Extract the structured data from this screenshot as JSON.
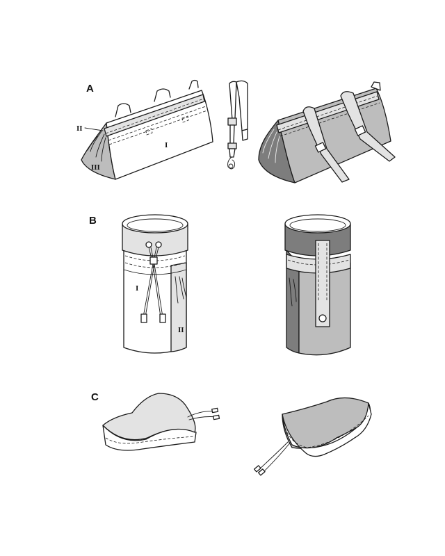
{
  "sections": {
    "a": {
      "label": "A",
      "pieces": [
        "I",
        "II",
        "III"
      ]
    },
    "b": {
      "label": "B",
      "pieces": [
        "I",
        "II"
      ]
    },
    "c": {
      "label": "C"
    }
  },
  "colors": {
    "outline": "#1a1a1a",
    "white": "#ffffff",
    "light_gray": "#e3e3e3",
    "gray": "#bdbdbd",
    "dark_gray": "#7d7d7d"
  }
}
